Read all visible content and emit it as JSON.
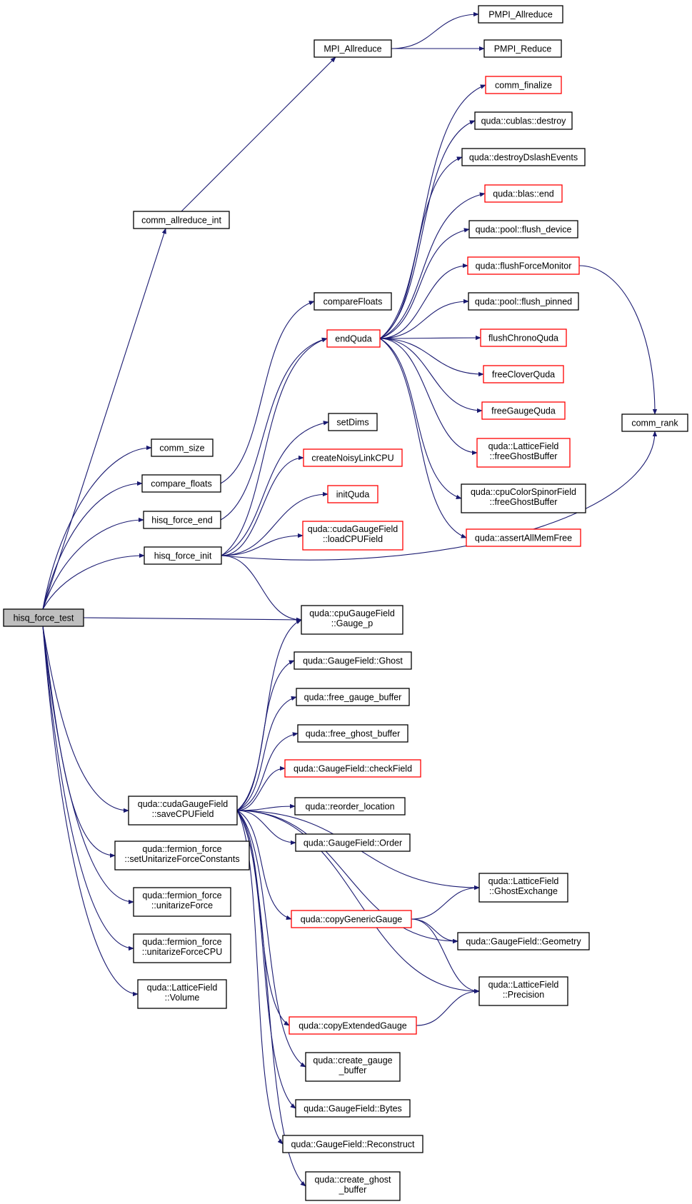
{
  "colors": {
    "edge": "#191970",
    "border": "#000000",
    "highlight_border": "#ff0000",
    "root_fill": "#bfbfbf"
  },
  "nodes": [
    {
      "id": "hisq_force_test",
      "lines": [
        "hisq_force_test"
      ],
      "style": "root"
    },
    {
      "id": "comm_allreduce_int",
      "lines": [
        "comm_allreduce_int"
      ],
      "style": "normal"
    },
    {
      "id": "mpi_allreduce",
      "lines": [
        "MPI_Allreduce"
      ],
      "style": "normal"
    },
    {
      "id": "pmpi_allreduce",
      "lines": [
        "PMPI_Allreduce"
      ],
      "style": "normal"
    },
    {
      "id": "pmpi_reduce",
      "lines": [
        "PMPI_Reduce"
      ],
      "style": "normal"
    },
    {
      "id": "comm_size",
      "lines": [
        "comm_size"
      ],
      "style": "normal"
    },
    {
      "id": "compare_floats",
      "lines": [
        "compare_floats"
      ],
      "style": "normal"
    },
    {
      "id": "compareFloats",
      "lines": [
        "compareFloats"
      ],
      "style": "normal"
    },
    {
      "id": "hisq_force_end",
      "lines": [
        "hisq_force_end"
      ],
      "style": "normal"
    },
    {
      "id": "endQuda",
      "lines": [
        "endQuda"
      ],
      "style": "red"
    },
    {
      "id": "hisq_force_init",
      "lines": [
        "hisq_force_init"
      ],
      "style": "normal"
    },
    {
      "id": "comm_finalize",
      "lines": [
        "comm_finalize"
      ],
      "style": "red"
    },
    {
      "id": "cublas_destroy",
      "lines": [
        "quda::cublas::destroy"
      ],
      "style": "normal"
    },
    {
      "id": "destroyDslashEvents",
      "lines": [
        "quda::destroyDslashEvents"
      ],
      "style": "normal"
    },
    {
      "id": "blas_end",
      "lines": [
        "quda::blas::end"
      ],
      "style": "red"
    },
    {
      "id": "pool_flush_device",
      "lines": [
        "quda::pool::flush_device"
      ],
      "style": "normal"
    },
    {
      "id": "flushForceMonitor",
      "lines": [
        "quda::flushForceMonitor"
      ],
      "style": "red"
    },
    {
      "id": "pool_flush_pinned",
      "lines": [
        "quda::pool::flush_pinned"
      ],
      "style": "normal"
    },
    {
      "id": "flushChronoQuda",
      "lines": [
        "flushChronoQuda"
      ],
      "style": "red"
    },
    {
      "id": "freeCloverQuda",
      "lines": [
        "freeCloverQuda"
      ],
      "style": "red"
    },
    {
      "id": "freeGaugeQuda",
      "lines": [
        "freeGaugeQuda"
      ],
      "style": "red"
    },
    {
      "id": "latticefield_freeghostbuffer",
      "lines": [
        "quda::LatticeField",
        "::freeGhostBuffer"
      ],
      "style": "red"
    },
    {
      "id": "cpucolorspinor_freeghostbuffer",
      "lines": [
        "quda::cpuColorSpinorField",
        "::freeGhostBuffer"
      ],
      "style": "normal"
    },
    {
      "id": "assertAllMemFree",
      "lines": [
        "quda::assertAllMemFree"
      ],
      "style": "red"
    },
    {
      "id": "comm_rank",
      "lines": [
        "comm_rank"
      ],
      "style": "normal"
    },
    {
      "id": "setDims",
      "lines": [
        "setDims"
      ],
      "style": "normal"
    },
    {
      "id": "createNoisyLinkCPU",
      "lines": [
        "createNoisyLinkCPU"
      ],
      "style": "red"
    },
    {
      "id": "initQuda",
      "lines": [
        "initQuda"
      ],
      "style": "red"
    },
    {
      "id": "loadCPUField",
      "lines": [
        "quda::cudaGaugeField",
        "::loadCPUField"
      ],
      "style": "red"
    },
    {
      "id": "gauge_p",
      "lines": [
        "quda::cpuGaugeField",
        "::Gauge_p"
      ],
      "style": "normal"
    },
    {
      "id": "ghost",
      "lines": [
        "quda::GaugeField::Ghost"
      ],
      "style": "normal"
    },
    {
      "id": "free_gauge_buffer",
      "lines": [
        "quda::free_gauge_buffer"
      ],
      "style": "normal"
    },
    {
      "id": "free_ghost_buffer",
      "lines": [
        "quda::free_ghost_buffer"
      ],
      "style": "normal"
    },
    {
      "id": "checkField",
      "lines": [
        "quda::GaugeField::checkField"
      ],
      "style": "red"
    },
    {
      "id": "saveCPUField",
      "lines": [
        "quda::cudaGaugeField",
        "::saveCPUField"
      ],
      "style": "normal"
    },
    {
      "id": "reorder_location",
      "lines": [
        "quda::reorder_location"
      ],
      "style": "normal"
    },
    {
      "id": "order",
      "lines": [
        "quda::GaugeField::Order"
      ],
      "style": "normal"
    },
    {
      "id": "setUnitarizeForceConstants",
      "lines": [
        "quda::fermion_force",
        "::setUnitarizeForceConstants"
      ],
      "style": "normal"
    },
    {
      "id": "ghostExchange",
      "lines": [
        "quda::LatticeField",
        "::GhostExchange"
      ],
      "style": "normal"
    },
    {
      "id": "unitarizeForce",
      "lines": [
        "quda::fermion_force",
        "::unitarizeForce"
      ],
      "style": "normal"
    },
    {
      "id": "copyGenericGauge",
      "lines": [
        "quda::copyGenericGauge"
      ],
      "style": "red"
    },
    {
      "id": "geometry",
      "lines": [
        "quda::GaugeField::Geometry"
      ],
      "style": "normal"
    },
    {
      "id": "unitarizeForceCPU",
      "lines": [
        "quda::fermion_force",
        "::unitarizeForceCPU"
      ],
      "style": "normal"
    },
    {
      "id": "precision",
      "lines": [
        "quda::LatticeField",
        "::Precision"
      ],
      "style": "normal"
    },
    {
      "id": "volume",
      "lines": [
        "quda::LatticeField",
        "::Volume"
      ],
      "style": "normal"
    },
    {
      "id": "copyExtendedGauge",
      "lines": [
        "quda::copyExtendedGauge"
      ],
      "style": "red"
    },
    {
      "id": "create_gauge_buffer",
      "lines": [
        "quda::create_gauge",
        "_buffer"
      ],
      "style": "normal"
    },
    {
      "id": "bytes",
      "lines": [
        "quda::GaugeField::Bytes"
      ],
      "style": "normal"
    },
    {
      "id": "reconstruct",
      "lines": [
        "quda::GaugeField::Reconstruct"
      ],
      "style": "normal"
    },
    {
      "id": "create_ghost_buffer",
      "lines": [
        "quda::create_ghost",
        "_buffer"
      ],
      "style": "normal"
    }
  ],
  "edges": [
    [
      "hisq_force_test",
      "comm_allreduce_int"
    ],
    [
      "hisq_force_test",
      "comm_size"
    ],
    [
      "hisq_force_test",
      "compare_floats"
    ],
    [
      "hisq_force_test",
      "hisq_force_end"
    ],
    [
      "hisq_force_test",
      "hisq_force_init"
    ],
    [
      "hisq_force_test",
      "gauge_p"
    ],
    [
      "hisq_force_test",
      "saveCPUField"
    ],
    [
      "hisq_force_test",
      "setUnitarizeForceConstants"
    ],
    [
      "hisq_force_test",
      "unitarizeForce"
    ],
    [
      "hisq_force_test",
      "unitarizeForceCPU"
    ],
    [
      "hisq_force_test",
      "volume"
    ],
    [
      "comm_allreduce_int",
      "mpi_allreduce"
    ],
    [
      "mpi_allreduce",
      "pmpi_allreduce"
    ],
    [
      "mpi_allreduce",
      "pmpi_reduce"
    ],
    [
      "compare_floats",
      "compareFloats"
    ],
    [
      "hisq_force_end",
      "endQuda"
    ],
    [
      "endQuda",
      "comm_finalize"
    ],
    [
      "endQuda",
      "cublas_destroy"
    ],
    [
      "endQuda",
      "destroyDslashEvents"
    ],
    [
      "endQuda",
      "blas_end"
    ],
    [
      "endQuda",
      "pool_flush_device"
    ],
    [
      "endQuda",
      "flushForceMonitor"
    ],
    [
      "endQuda",
      "pool_flush_pinned"
    ],
    [
      "endQuda",
      "flushChronoQuda"
    ],
    [
      "endQuda",
      "freeCloverQuda"
    ],
    [
      "endQuda",
      "freeGaugeQuda"
    ],
    [
      "endQuda",
      "latticefield_freeghostbuffer"
    ],
    [
      "endQuda",
      "cpucolorspinor_freeghostbuffer"
    ],
    [
      "endQuda",
      "assertAllMemFree"
    ],
    [
      "flushForceMonitor",
      "comm_rank"
    ],
    [
      "hisq_force_init",
      "endQuda"
    ],
    [
      "hisq_force_init",
      "setDims"
    ],
    [
      "hisq_force_init",
      "createNoisyLinkCPU"
    ],
    [
      "hisq_force_init",
      "initQuda"
    ],
    [
      "hisq_force_init",
      "loadCPUField"
    ],
    [
      "hisq_force_init",
      "comm_rank"
    ],
    [
      "hisq_force_init",
      "gauge_p"
    ],
    [
      "saveCPUField",
      "gauge_p"
    ],
    [
      "saveCPUField",
      "ghost"
    ],
    [
      "saveCPUField",
      "free_gauge_buffer"
    ],
    [
      "saveCPUField",
      "free_ghost_buffer"
    ],
    [
      "saveCPUField",
      "checkField"
    ],
    [
      "saveCPUField",
      "reorder_location"
    ],
    [
      "saveCPUField",
      "order"
    ],
    [
      "saveCPUField",
      "ghostExchange"
    ],
    [
      "saveCPUField",
      "copyGenericGauge"
    ],
    [
      "saveCPUField",
      "geometry"
    ],
    [
      "saveCPUField",
      "precision"
    ],
    [
      "saveCPUField",
      "copyExtendedGauge"
    ],
    [
      "saveCPUField",
      "create_gauge_buffer"
    ],
    [
      "saveCPUField",
      "bytes"
    ],
    [
      "saveCPUField",
      "reconstruct"
    ],
    [
      "saveCPUField",
      "create_ghost_buffer"
    ],
    [
      "copyGenericGauge",
      "ghostExchange"
    ],
    [
      "copyGenericGauge",
      "geometry"
    ],
    [
      "copyGenericGauge",
      "precision"
    ],
    [
      "copyExtendedGauge",
      "precision"
    ]
  ]
}
